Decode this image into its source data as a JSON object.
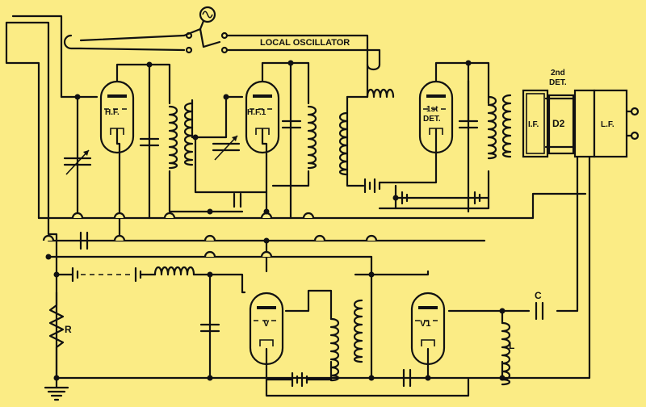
{
  "labels": {
    "local_oscillator": "LOCAL OSCILLATOR",
    "hf": "H.F.",
    "hf1": "H.F.1",
    "first_det_a": "1st",
    "first_det_b": "DET.",
    "second_det_a": "2nd",
    "second_det_b": "DET.",
    "if": "I.F.",
    "d2": "D2",
    "lf": "L.F.",
    "v": "V",
    "v1": "V1",
    "r": "R",
    "l": "L",
    "c": "C"
  },
  "colors": {
    "background": "#fbec85",
    "ink": "#111111"
  }
}
